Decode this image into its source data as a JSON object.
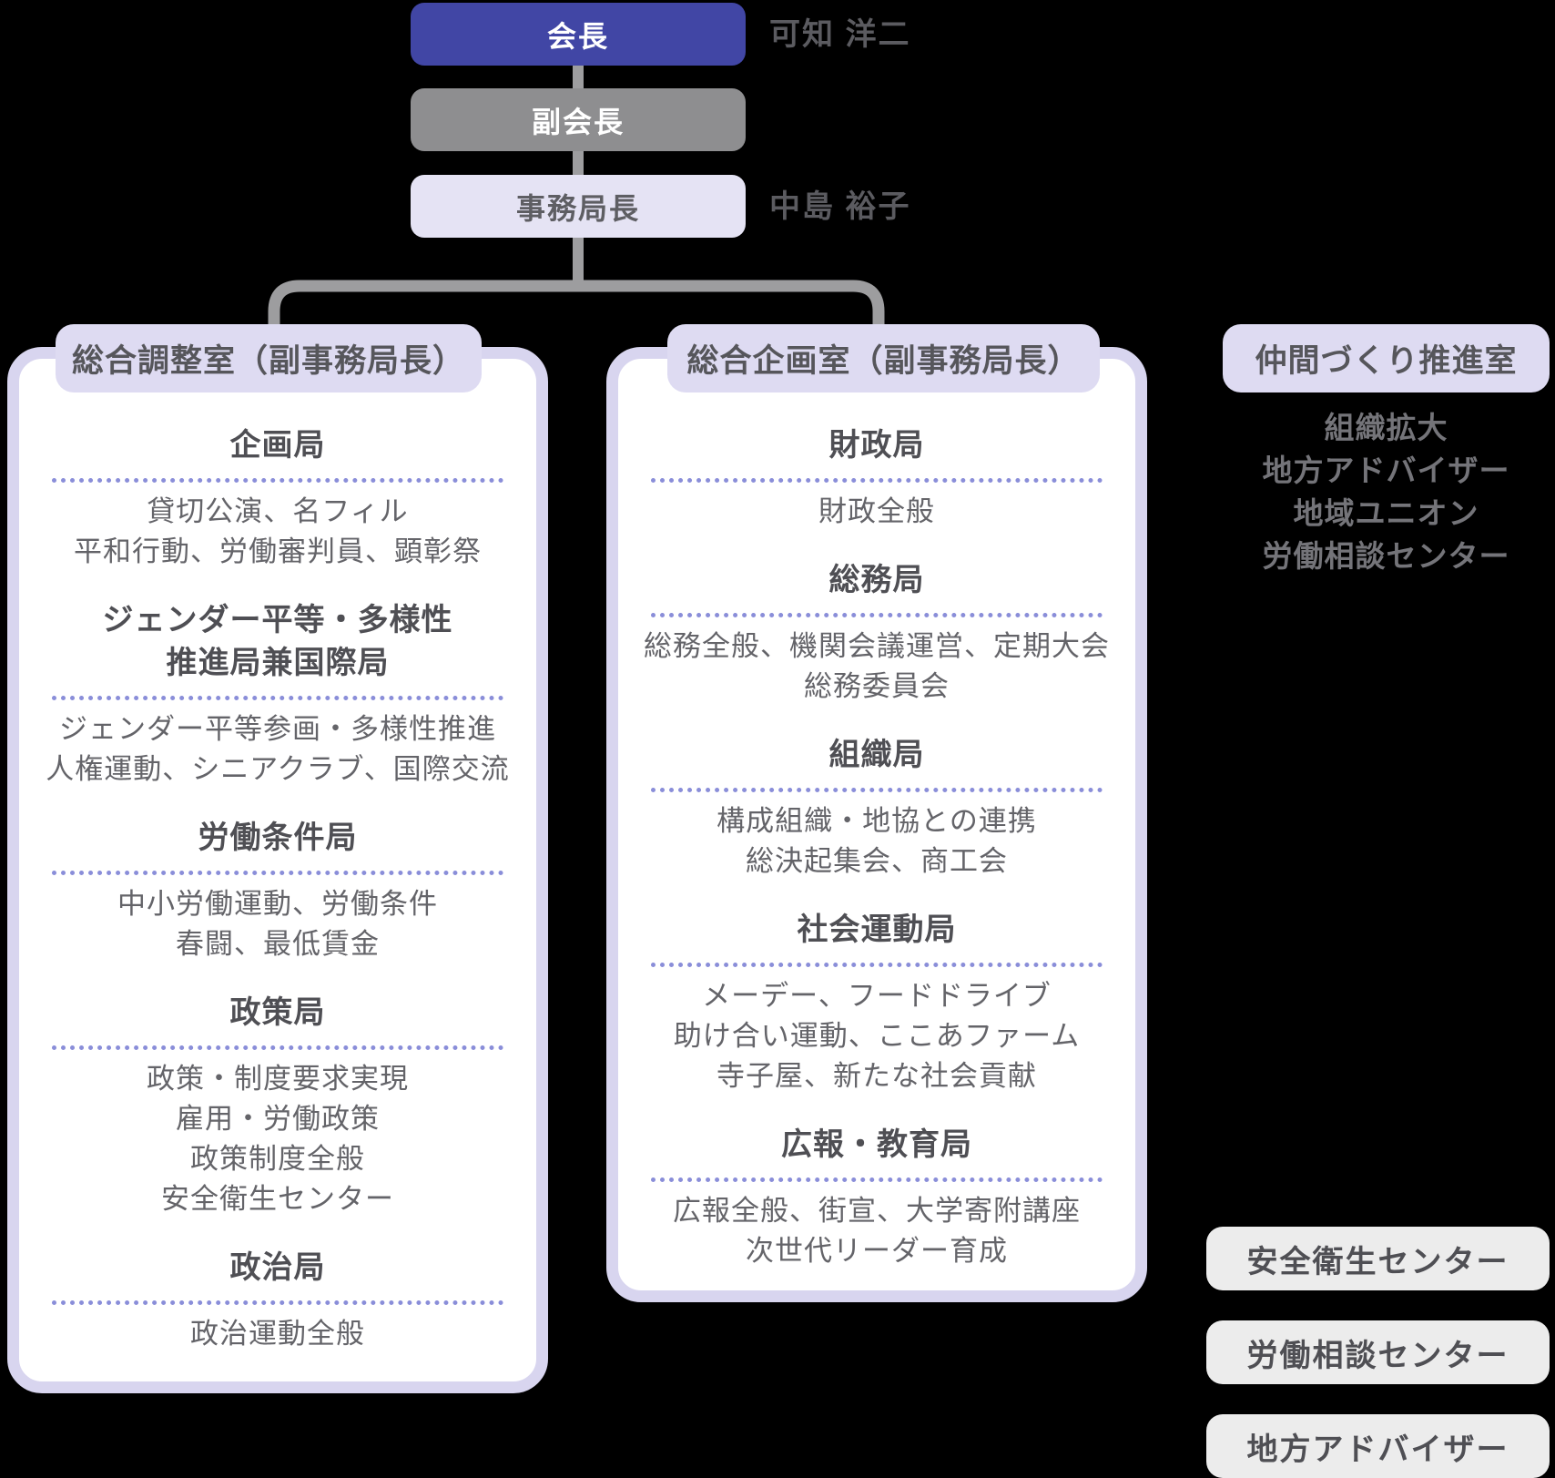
{
  "colors": {
    "background": "#000000",
    "president_box": "#4146a5",
    "vice_box": "#8e8e90",
    "secretary_box": "#e5e3f4",
    "header_box": "#dedbf2",
    "card_border": "#d8d5ef",
    "card_background": "#ffffff",
    "divider_dotted": "#8a8ed9",
    "connector_gray": "#9d9d9f",
    "gray_box": "#ececec"
  },
  "top_chain": {
    "president": {
      "label": "会長",
      "name": "可知 洋二"
    },
    "vice_president": {
      "label": "副会長"
    },
    "secretary_general": {
      "label": "事務局長",
      "name": "中島 裕子"
    }
  },
  "cards": [
    {
      "header": "総合調整室（副事務局長）",
      "bureaus": [
        {
          "title_lines": [
            "企画局"
          ],
          "lines": [
            "貸切公演、名フィル",
            "平和行動、労働審判員、顕彰祭"
          ]
        },
        {
          "title_lines": [
            "ジェンダー平等・多様性",
            "推進局兼国際局"
          ],
          "lines": [
            "ジェンダー平等参画・多様性推進",
            "人権運動、シニアクラブ、国際交流"
          ]
        },
        {
          "title_lines": [
            "労働条件局"
          ],
          "lines": [
            "中小労働運動、労働条件",
            "春闘、最低賃金"
          ]
        },
        {
          "title_lines": [
            "政策局"
          ],
          "lines": [
            "政策・制度要求実現",
            "雇用・労働政策",
            "政策制度全般",
            "安全衛生センター"
          ]
        },
        {
          "title_lines": [
            "政治局"
          ],
          "lines": [
            "政治運動全般"
          ]
        }
      ]
    },
    {
      "header": "総合企画室（副事務局長）",
      "bureaus": [
        {
          "title_lines": [
            "財政局"
          ],
          "lines": [
            "財政全般"
          ]
        },
        {
          "title_lines": [
            "総務局"
          ],
          "lines": [
            "総務全般、機関会議運営、定期大会",
            "総務委員会"
          ]
        },
        {
          "title_lines": [
            "組織局"
          ],
          "lines": [
            "構成組織・地協との連携",
            "総決起集会、商工会"
          ]
        },
        {
          "title_lines": [
            "社会運動局"
          ],
          "lines": [
            "メーデー、フードドライブ",
            "助け合い運動、ここあファーム",
            "寺子屋、新たな社会貢献"
          ]
        },
        {
          "title_lines": [
            "広報・教育局"
          ],
          "lines": [
            "広報全般、街宣、大学寄附講座",
            "次世代リーダー育成"
          ]
        }
      ]
    }
  ],
  "side_office": {
    "header": "仲間づくり推進室",
    "items": [
      "組織拡大",
      "地方アドバイザー",
      "地域ユニオン",
      "労働相談センター"
    ]
  },
  "bottom_boxes": [
    "安全衛生センター",
    "労働相談センター",
    "地方アドバイザー"
  ]
}
